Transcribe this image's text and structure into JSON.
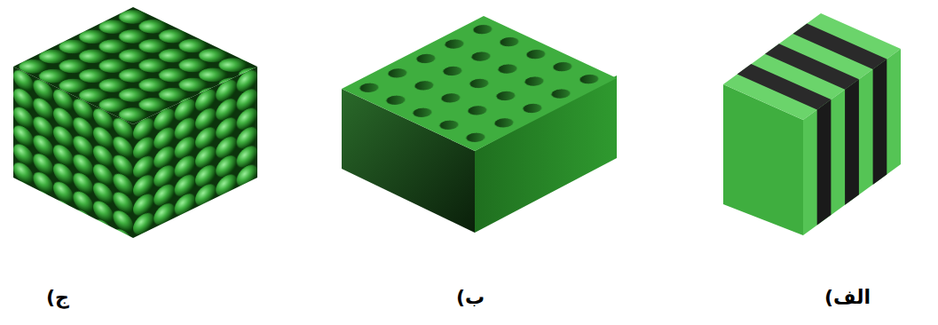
{
  "diagram": {
    "labels": [
      "الف)",
      "ب)",
      "ج)"
    ]
  }
}
